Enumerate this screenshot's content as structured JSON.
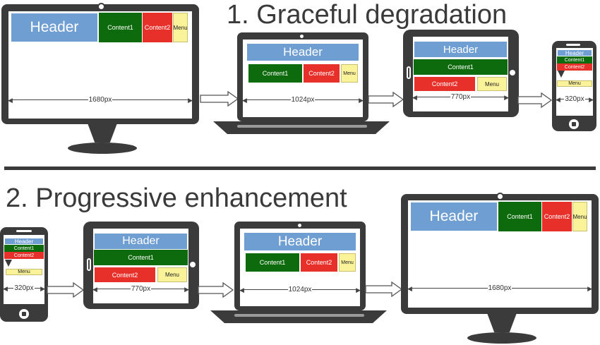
{
  "graceful": {
    "title": "1. Graceful degradation",
    "devices": [
      {
        "header": "Header",
        "content1": "Content1",
        "content2": "Content2",
        "menu": "Menu",
        "width_label": "1680px"
      },
      {
        "header": "Header",
        "content1": "Content1",
        "content2": "Content2",
        "menu": "Menu",
        "width_label": "1024px"
      },
      {
        "header": "Header",
        "content1": "Content1",
        "content2": "Content2",
        "menu": "Menu",
        "width_label": "770px"
      },
      {
        "header": "Header",
        "content1": "Content1",
        "content2": "Content2",
        "menu": "Menu",
        "width_label": "320px"
      }
    ]
  },
  "progressive": {
    "title": "2. Progressive enhancement",
    "devices": [
      {
        "header": "Header",
        "content1": "Content1",
        "content2": "Content2",
        "menu": "Menu",
        "width_label": "320px"
      },
      {
        "header": "Header",
        "content1": "Content1",
        "content2": "Content2",
        "menu": "Menu",
        "width_label": "770px"
      },
      {
        "header": "Header",
        "content1": "Content1",
        "content2": "Content2",
        "menu": "Menu",
        "width_label": "1024px"
      },
      {
        "header": "Header",
        "content1": "Content1",
        "content2": "Content2",
        "menu": "Menu",
        "width_label": "1680px"
      }
    ]
  },
  "colors": {
    "header": "#6f9ed3",
    "content1": "#0d6b0d",
    "content2": "#e8302b",
    "menu": "#fbf39a",
    "device_frame": "#3b3b3b",
    "text": "#3a3a3a"
  },
  "icons": [
    "desktop-monitor-icon",
    "laptop-icon",
    "tablet-icon",
    "phone-icon",
    "right-arrow-icon"
  ]
}
